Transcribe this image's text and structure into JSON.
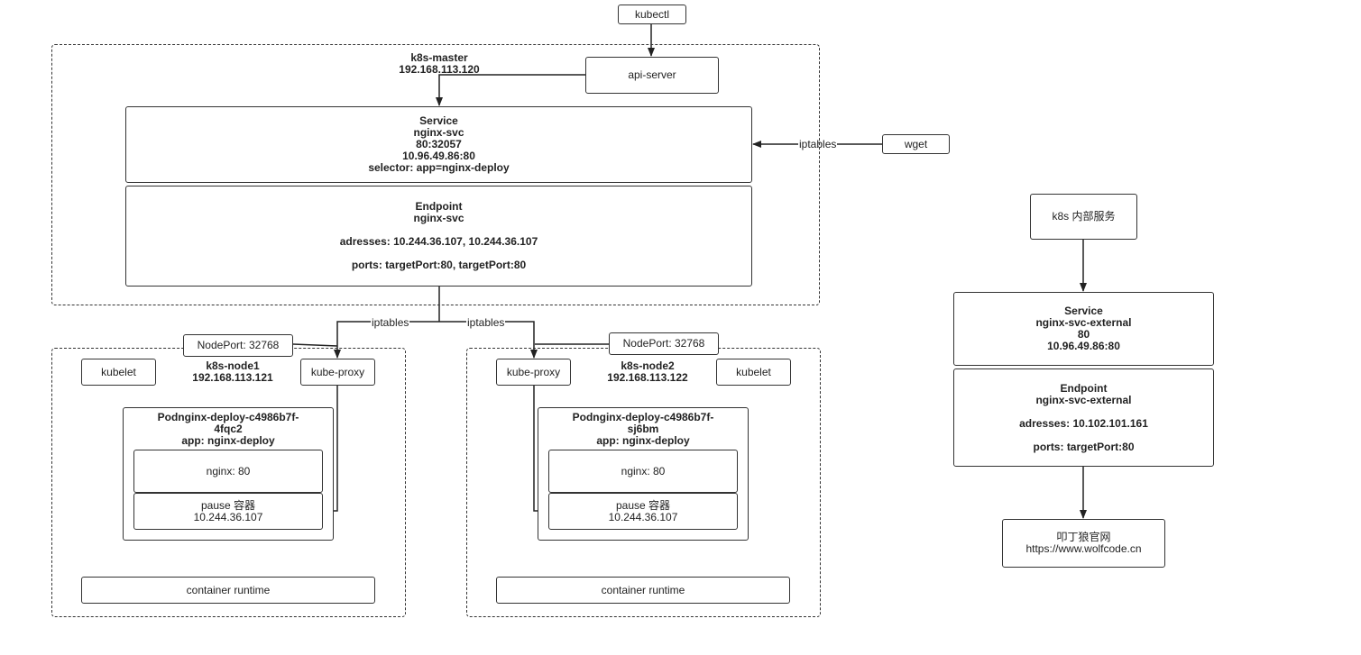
{
  "diagram": {
    "kubectl": "kubectl",
    "api_server": "api-server",
    "master": {
      "name": "k8s-master",
      "ip": "192.168.113.120"
    },
    "service": {
      "title": "Service",
      "name": "nginx-svc",
      "ports": "80:32057",
      "cluster_ip": "10.96.49.86:80",
      "selector": "selector: app=nginx-deploy"
    },
    "endpoint": {
      "title": "Endpoint",
      "name": "nginx-svc",
      "addresses": "adresses: 10.244.36.107, 10.244.36.107",
      "ports": "ports: targetPort:80, targetPort:80"
    },
    "wget": "wget",
    "edge_iptables": "iptables",
    "node1": {
      "name": "k8s-node1",
      "ip": "192.168.113.121",
      "nodeport": "NodePort: 32768",
      "kubelet": "kubelet",
      "kube_proxy": "kube-proxy",
      "pod_line1": "Podnginx-deploy-c4986b7f-",
      "pod_line2": "4fqc2",
      "pod_label": "app: nginx-deploy",
      "nginx": "nginx: 80",
      "pause": "pause 容器",
      "pause_ip": "10.244.36.107",
      "runtime": "container runtime"
    },
    "node2": {
      "name": "k8s-node2",
      "ip": "192.168.113.122",
      "nodeport": "NodePort: 32768",
      "kubelet": "kubelet",
      "kube_proxy": "kube-proxy",
      "pod_line1": "Podnginx-deploy-c4986b7f-",
      "pod_line2": "sj6bm",
      "pod_label": "app: nginx-deploy",
      "nginx": "nginx: 80",
      "pause": "pause 容器",
      "pause_ip": "10.244.36.107",
      "runtime": "container runtime"
    },
    "internal": "k8s 内部服务",
    "ext_service": {
      "title": "Service",
      "name": "nginx-svc-external",
      "port": "80",
      "cluster_ip": "10.96.49.86:80"
    },
    "ext_endpoint": {
      "title": "Endpoint",
      "name": "nginx-svc-external",
      "addresses": "adresses: 10.102.101.161",
      "ports": "ports: targetPort:80"
    },
    "site": {
      "name": "叩丁狼官网",
      "url": "https://www.wolfcode.cn"
    }
  }
}
